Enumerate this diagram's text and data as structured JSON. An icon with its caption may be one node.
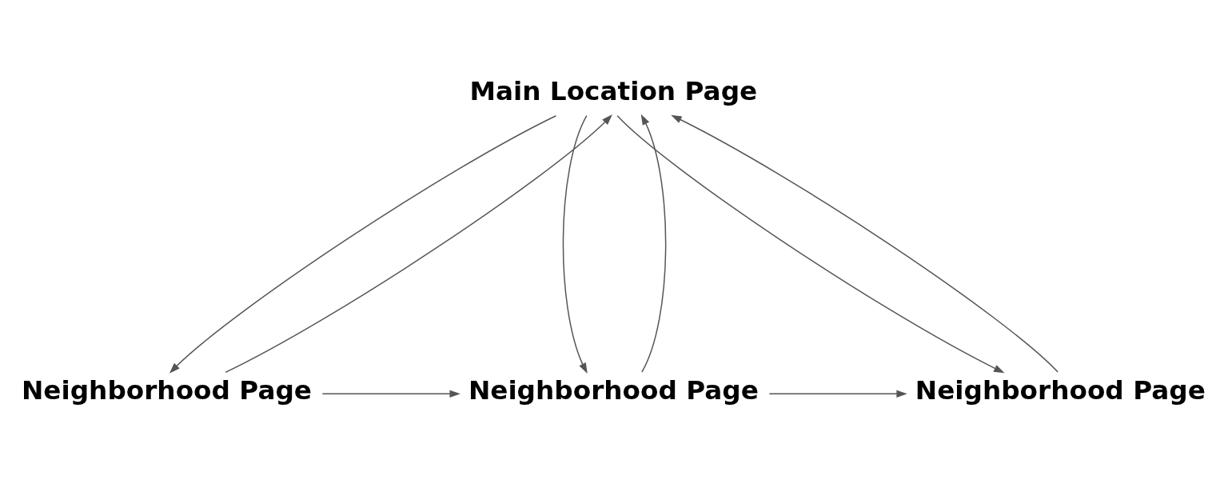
{
  "diagram": {
    "nodes": [
      {
        "text": [
          "Main Location Page"
        ]
      },
      {
        "text": [
          "Neighborhood Page"
        ]
      },
      {
        "text": [
          "Neighborhood Page"
        ]
      },
      {
        "text": [
          "Neighborhood Page"
        ]
      }
    ],
    "edges": [
      {
        "from": 1,
        "to": 0,
        "arrow": "to"
      },
      {
        "from": 0,
        "to": 1,
        "arrow": "to"
      },
      {
        "from": 2,
        "to": 0,
        "arrow": "to"
      },
      {
        "from": 0,
        "to": 2,
        "arrow": "to"
      },
      {
        "from": 3,
        "to": 0,
        "arrow": "to"
      },
      {
        "from": 0,
        "to": 3,
        "arrow": "to"
      },
      {
        "from": 1,
        "to": 2,
        "arrow": "to"
      },
      {
        "from": 2,
        "to": 3,
        "arrow": "to"
      }
    ]
  }
}
